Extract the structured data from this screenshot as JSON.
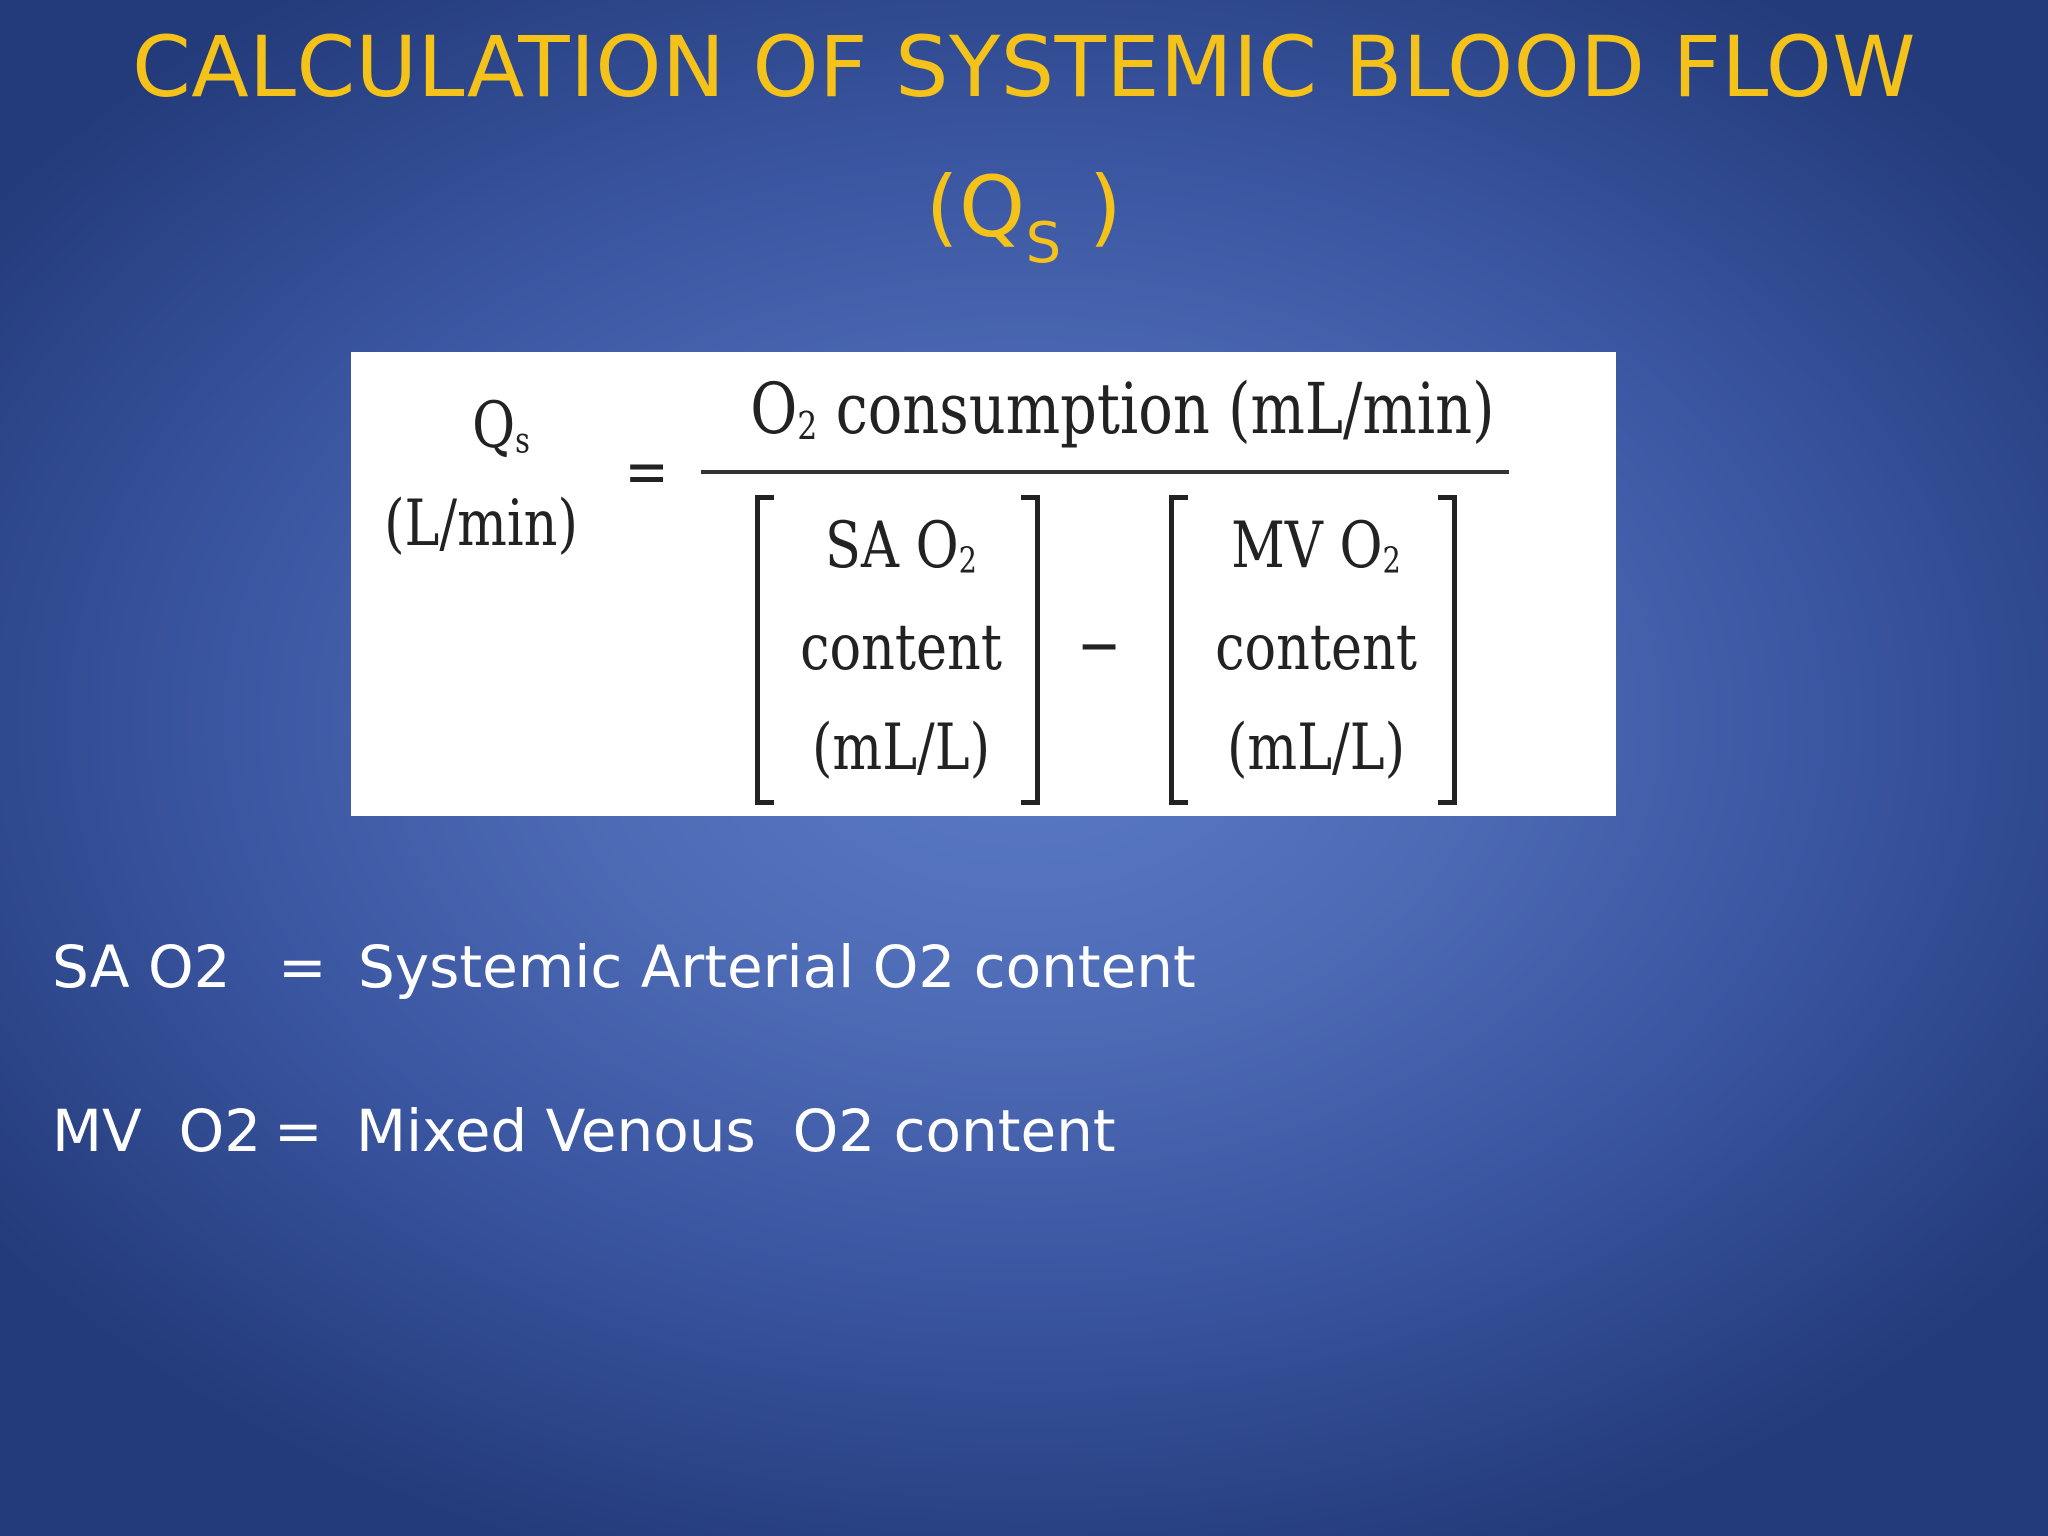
{
  "title": {
    "line1": "CALCULATION OF SYSTEMIC  BLOOD FLOW",
    "line2_open": "(Q",
    "line2_sub": "S",
    "line2_close": " )"
  },
  "formula": {
    "lhs_symbol": "Q",
    "lhs_sub": "s",
    "lhs_unit": "(L/min)",
    "equals": "=",
    "numerator_o": "O",
    "numerator_sub": "2",
    "numerator_rest": " consumption (mL/min)",
    "sa_label": "SA O",
    "sa_sub": "2",
    "sa_content": "content",
    "sa_unit": "(mL/L)",
    "minus": "−",
    "mv_label": "MV O",
    "mv_sub": "2",
    "mv_content": "content",
    "mv_unit": "(mL/L)"
  },
  "definitions": [
    {
      "term": "SA O2",
      "eq": "=",
      "meaning": "Systemic Arterial O2 content"
    },
    {
      "term": "MV  O2",
      "eq": "=",
      "meaning": "Mixed Venous  O2 content"
    }
  ],
  "colors": {
    "title": "#f5c21a",
    "text": "#ffffff",
    "background": "#4d6ab5"
  }
}
